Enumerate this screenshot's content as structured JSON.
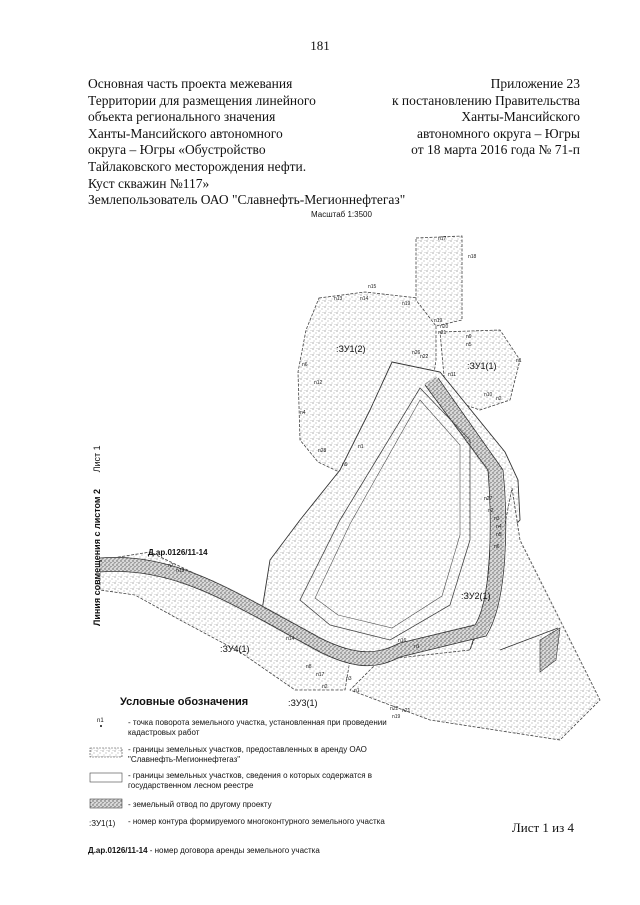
{
  "page_number": "181",
  "header_left": [
    "Основная часть проекта межевания",
    "Территории для размещения линейного",
    "объекта регионального значения",
    "Ханты-Мансийского автономного",
    "округа – Югры «Обустройство",
    "Тайлаковского месторождения нефти.",
    "Куст скважин №117»",
    "Землепользователь ОАО \"Славнефть-Мегионнефтегаз\""
  ],
  "header_right": [
    "Приложение 23",
    "к постановлению Правительства",
    "Ханты-Мансийского",
    "автономного округа – Югры",
    "от 18 марта 2016 года № 71-п"
  ],
  "scale": "Масштаб 1:3500",
  "side_label": "Линия совмещения с листом 2",
  "side_sheet": "Лист 1",
  "map": {
    "contract_label": "Д.ар.0126/11-14",
    "parcels": [
      ":ЗУ1(2)",
      ":ЗУ1(1)",
      ":ЗУ2(1)",
      ":ЗУ4(1)",
      ":ЗУ3(1)"
    ],
    "points": [
      "n17",
      "n18",
      "n15",
      "n13",
      "n14",
      "n19",
      "n19",
      "n20",
      "n21",
      "n9",
      "n5",
      "n22",
      "n26",
      "n1",
      "n6",
      "n12",
      "n11",
      "n2",
      "n4",
      "n10",
      "n1",
      "n28",
      "n9",
      "n27",
      "n2",
      "n3",
      "n4",
      "n5",
      "n6",
      "n7",
      "n13",
      "n14",
      "n16",
      "n1",
      "n8",
      "n3",
      "n17",
      "n2",
      "n1",
      "n22",
      "n21",
      "n19",
      "n20"
    ]
  },
  "legend": {
    "title": "Условные обозначения",
    "point_symbol": "n1",
    "items": [
      "- точка поворота земельного участка, установленная при проведении кадастровых работ",
      "- границы земельных участков, предоставленных в аренду ОАО \"Славнефть-Мегионнефтегаз\"",
      "- границы земельных участков, сведения о которых содержатся в государственном лесном реестре",
      "- земельный отвод по другому проекту",
      "- номер контура формируемого многоконтурного земельного участка"
    ],
    "parcel_symbol": ":ЗУ1(1)"
  },
  "sheet": "Лист 1 из 4",
  "contract_note": {
    "code": "Д.ар.0126/11-14",
    "text": " - номер договора аренды земельного участка"
  }
}
